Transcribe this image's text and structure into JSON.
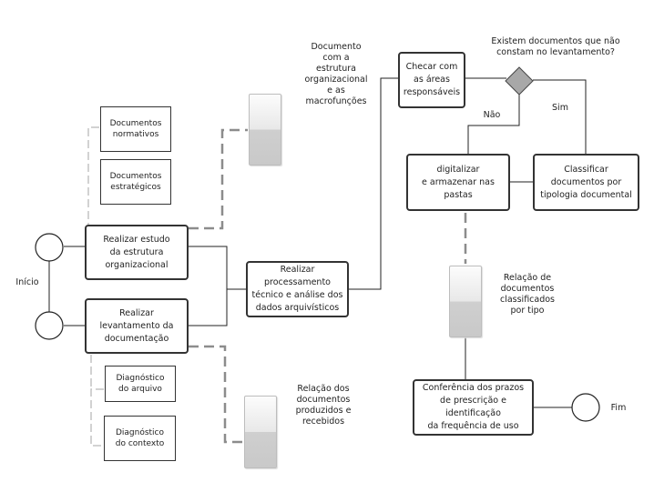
{
  "start_label": "Início",
  "end_label": "Fim",
  "boxes": {
    "doc_normativos": "Documentos\nnormativos",
    "doc_estrategicos": "Documentos\nestratégicos",
    "realizar_estudo": "Realizar estudo\nda estrutura\norganizacional",
    "realizar_levantamento": "Realizar\nlevantamento da\ndocumentação",
    "diag_arquivo": "Diagnóstico\ndo arquivo",
    "diag_contexto": "Diagnóstico\ndo contexto",
    "processamento": "Realizar processamento\ntécnico e análise dos\ndados arquivísticos",
    "checar": "Checar com\nas áreas\nresponsáveis",
    "digitalizar": "digitalizar\ne armazenar nas\npastas",
    "classificar": "Classificar\ndocumentos por\ntipologia documental",
    "conferencia": "Conferência dos prazos\nde prescrição e identificação\nda frequência de uso"
  },
  "labels": {
    "documento_estrutura": "Documento\ncom a\nestrutura\norganizacional\ne as\nmacrofunções",
    "decision_question": "Existem documentos que não\nconstam no levantamento?",
    "nao": "Não",
    "sim": "Sim",
    "relacao_classificados": "Relação de\ndocumentos\nclassificados\npor tipo",
    "relacao_produzidos": "Relação dos\ndocumentos\nproduzidos e\nrecebidos"
  }
}
